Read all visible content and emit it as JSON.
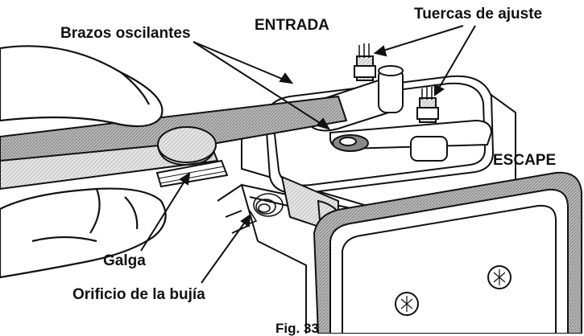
{
  "labels": {
    "rocker_arms": "Brazos oscilantes",
    "intake": "ENTRADA",
    "adjusting_nuts": "Tuercas de ajuste",
    "exhaust": "ESCAPE",
    "feeler_gauge": "Galga",
    "spark_plug_hole": "Orificio de la bujía",
    "figure": "Fig. 33"
  },
  "colors": {
    "line": "#111111",
    "shade": "#9a9a9a",
    "light": "#d6d6d6",
    "paper": "#ffffff"
  }
}
